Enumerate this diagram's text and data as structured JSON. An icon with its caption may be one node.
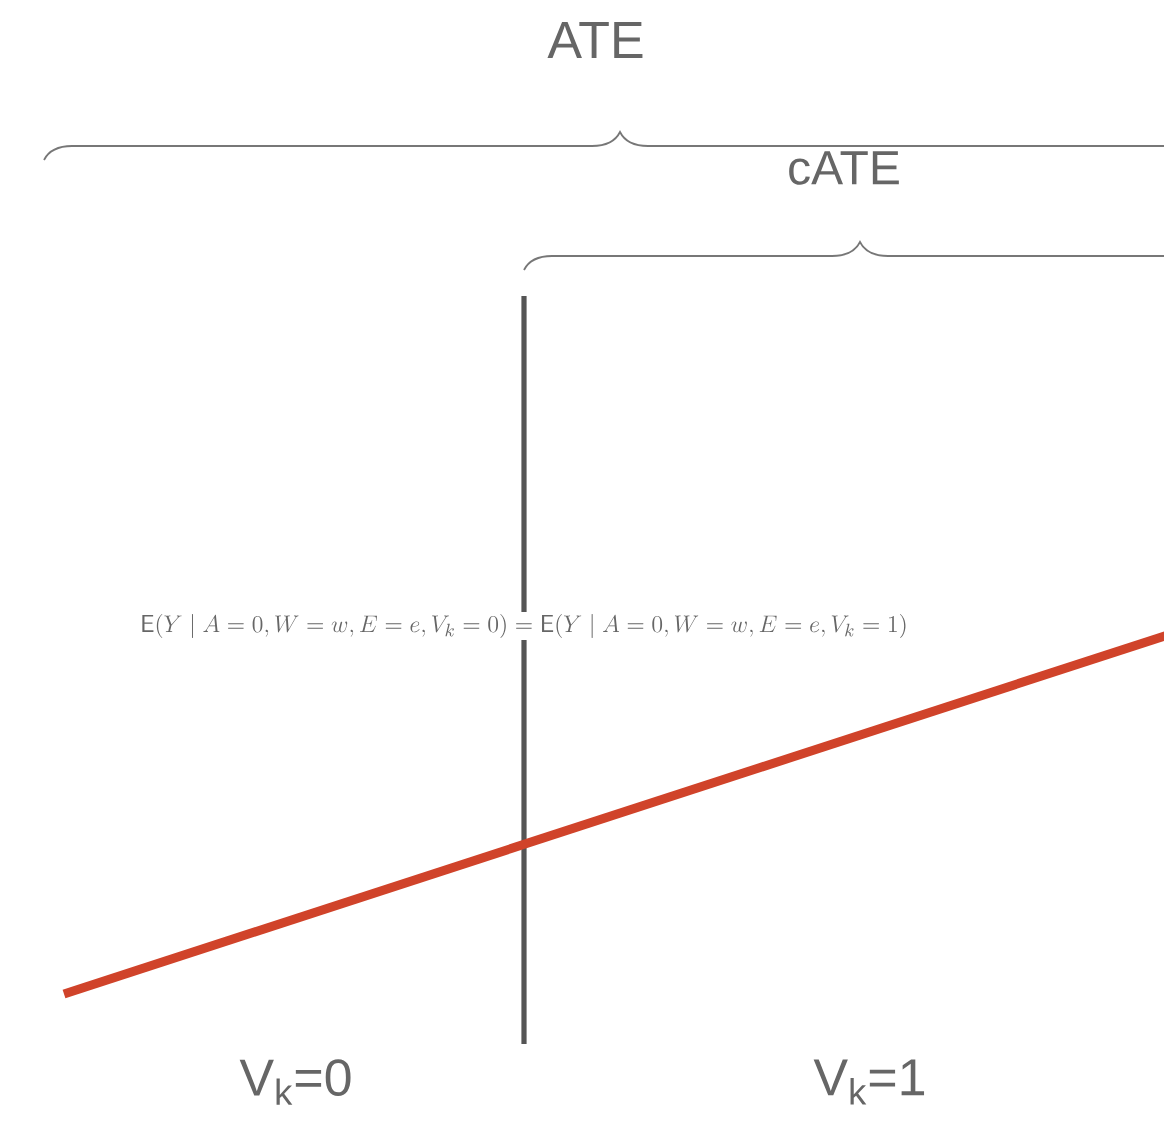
{
  "diagram": {
    "labels": [
      "ATE",
      "cATE",
      "\\mathsf{E}(Y \\mid A=0, W=w, E=e, V_k=0) = \\mathsf{E}(Y \\mid A=0, W=w, E=e, V_k=1)",
      "V$_{k}$=0",
      "V$_{k}$=1"
    ]
  }
}
